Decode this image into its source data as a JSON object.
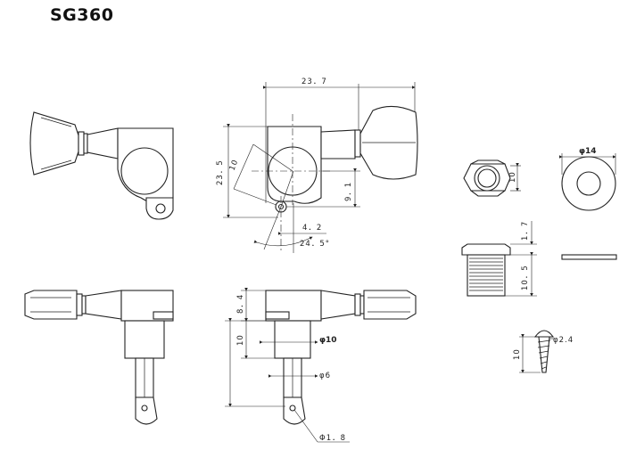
{
  "title": "SG360",
  "dimensions": {
    "width_total": "23．7",
    "height_body": "23．5",
    "radius_10": "10",
    "offset_9_1": "9．1",
    "offset_4_2": "4．2",
    "angle": "24．5°",
    "bushing_height_1_7": "1．7",
    "bushing_height_10_5": "10．5",
    "nut_size": "10",
    "washer_dia": "φ14",
    "screw_len": "10",
    "screw_dia": "φ2.4",
    "side_8_4": "8．4",
    "side_10": "10",
    "shaft_dia_10": "φ10",
    "shaft_dia_6": "φ6",
    "hole_dia": "Φ1．8"
  }
}
